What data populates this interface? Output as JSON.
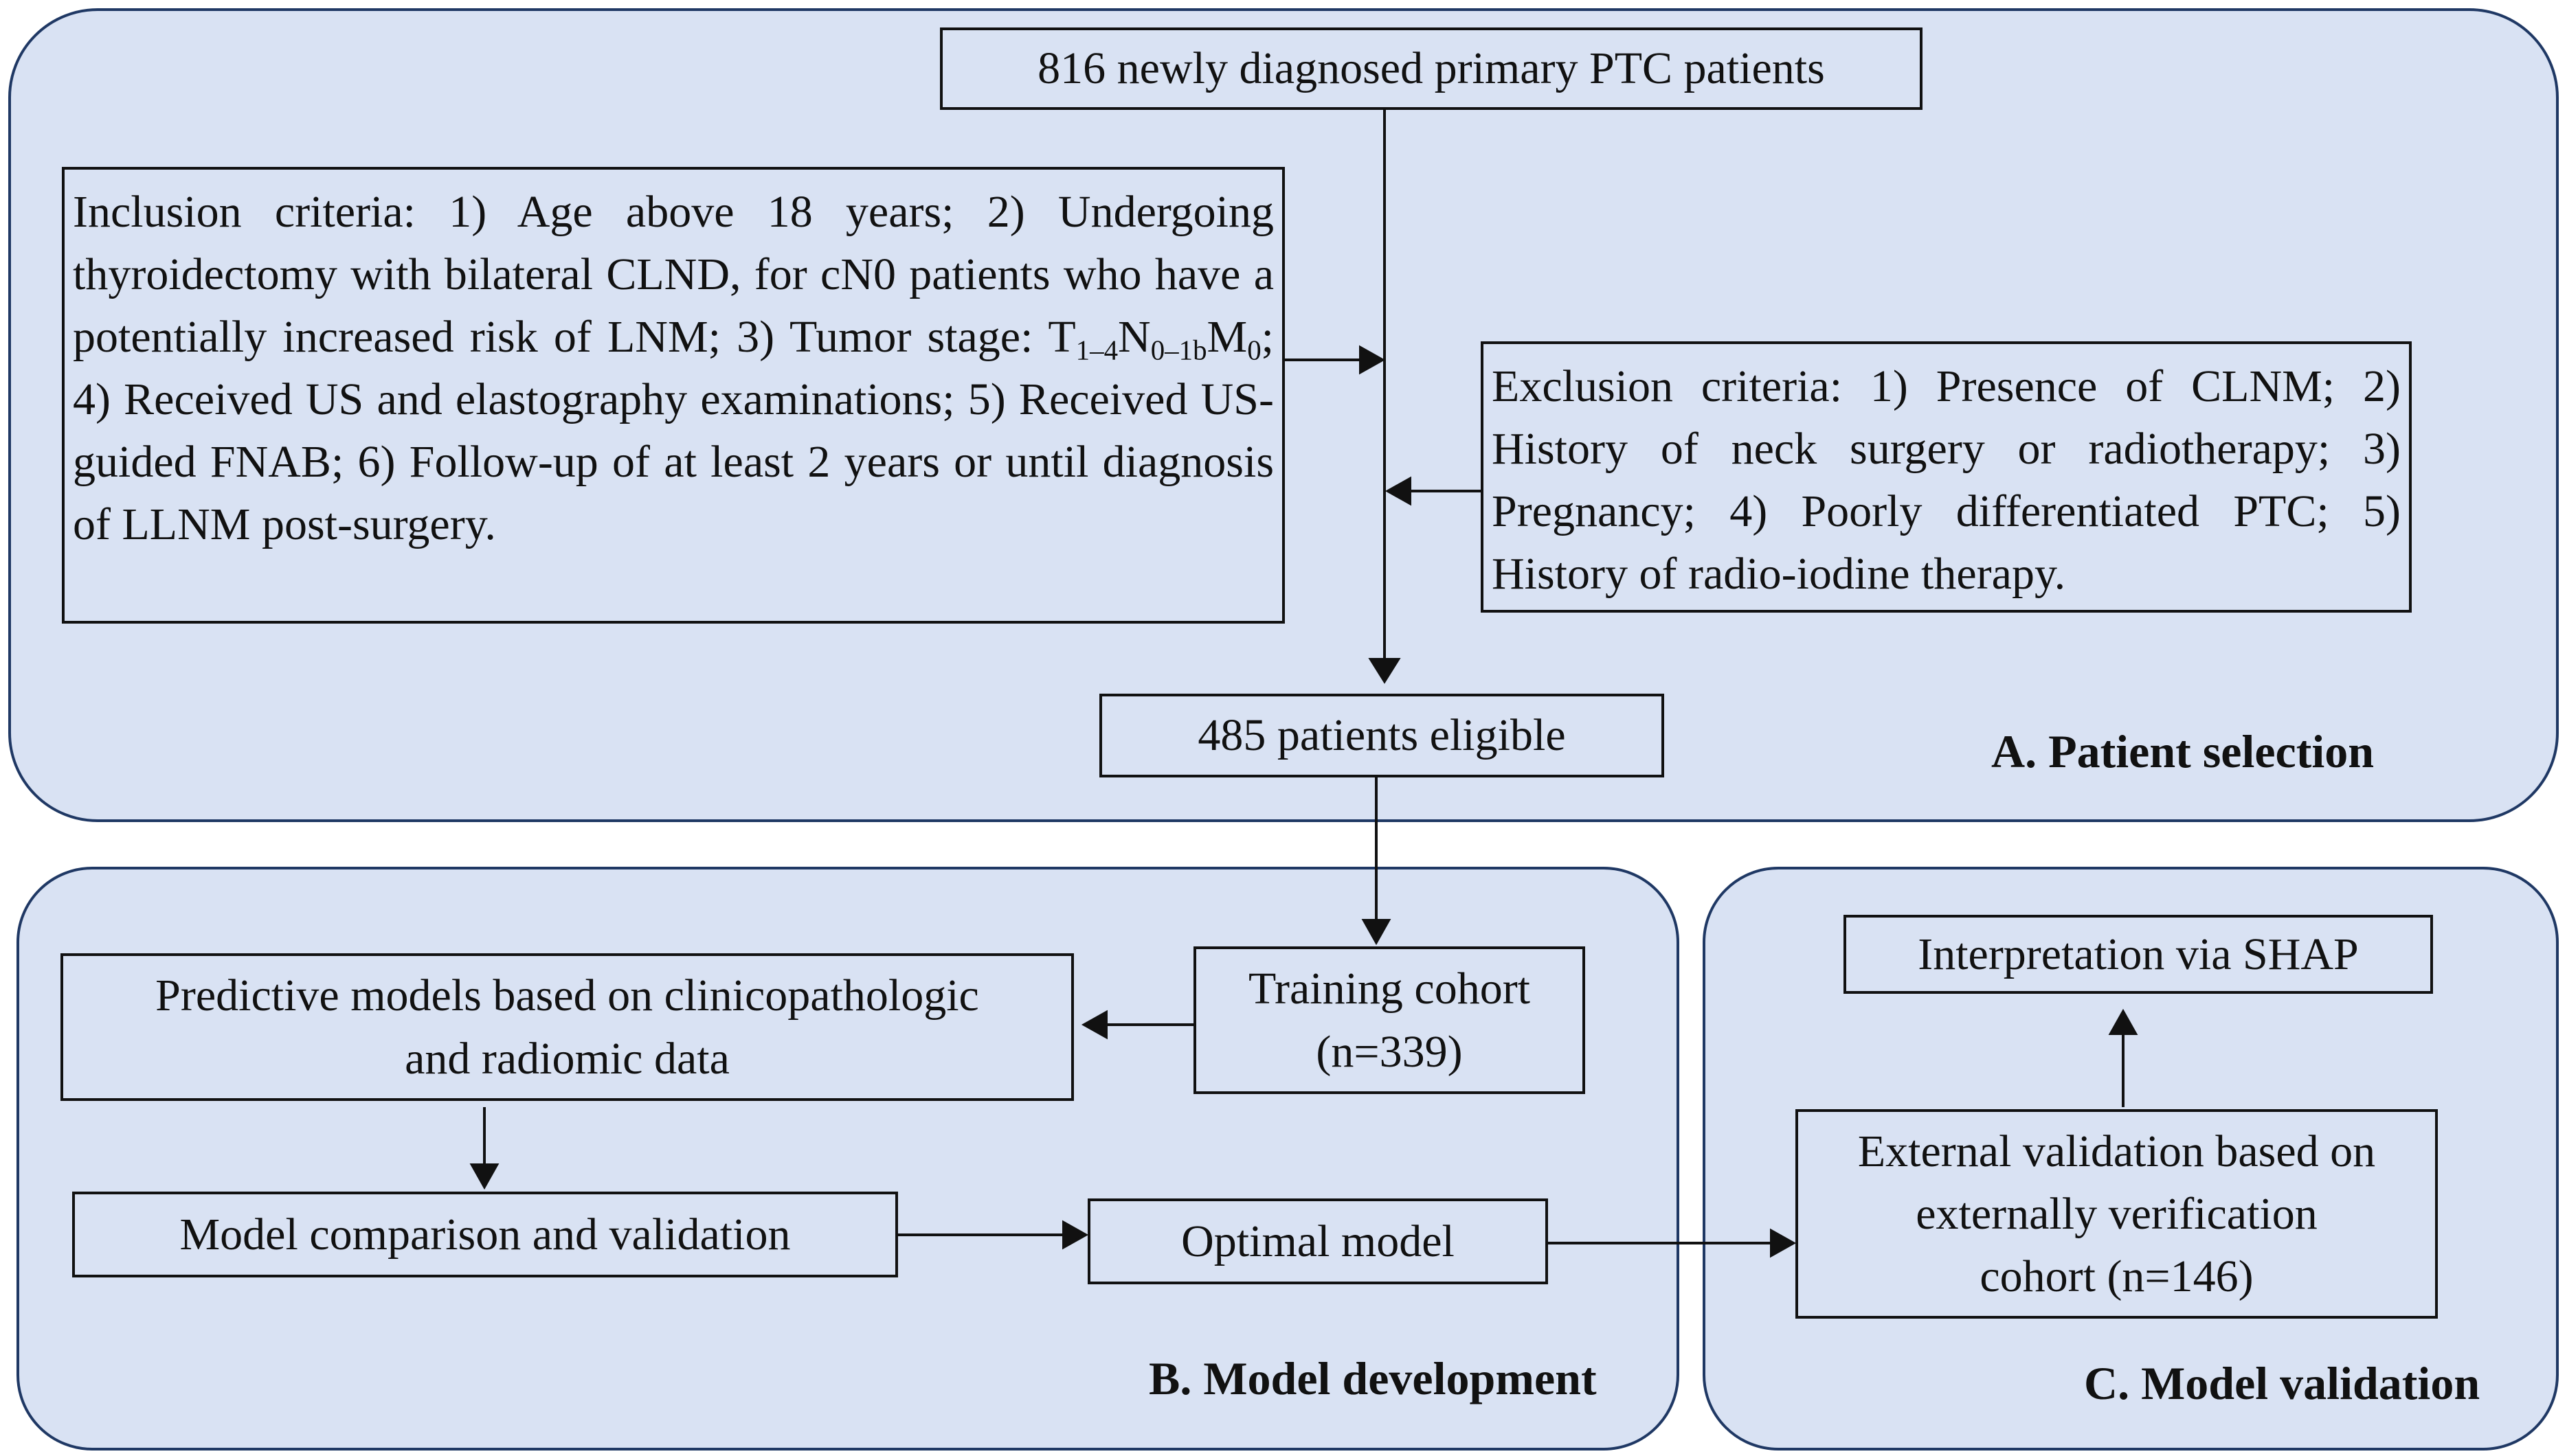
{
  "panels": {
    "a_label": "A. Patient selection",
    "b_label": "B. Model development",
    "c_label": "C. Model validation"
  },
  "boxes": {
    "top": "816 newly diagnosed primary PTC patients",
    "inclusion_part1": "Inclusion criteria: 1) Age above 18 years; 2) Undergoing thyroidectomy with bilateral CLND, for cN0 patients who have a potentially increased risk of LNM; 3) Tumor stage: T",
    "inclusion_sub1": "1–4",
    "inclusion_n": "N",
    "inclusion_sub2": "0–1b",
    "inclusion_m": "M",
    "inclusion_sub3": "0",
    "inclusion_part2": "; 4) Received US and elastography examinations; 5) Received US-guided FNAB; 6) Follow-up of at least 2 years or until diagnosis of LLNM post-surgery.",
    "exclusion": "Exclusion criteria: 1) Presence of CLNM; 2) History of neck surgery or radiotherapy; 3) Pregnancy; 4) Poorly differentiated PTC; 5) History of radio-iodine therapy.",
    "eligible": "485 patients eligible",
    "training_line1": "Training cohort",
    "training_line2": "(n=339)",
    "predictive_line1": "Predictive models based on clinicopathologic",
    "predictive_line2": "and radiomic data",
    "comparison": "Model comparison and validation",
    "optimal": "Optimal model",
    "shap": "Interpretation via SHAP",
    "external_line1": "External validation based on",
    "external_line2": "externally verification",
    "external_line3": "cohort (n=146)"
  },
  "colors": {
    "panel_fill": "#d9e2f3",
    "panel_border": "#1f3864",
    "box_border": "#111111"
  }
}
